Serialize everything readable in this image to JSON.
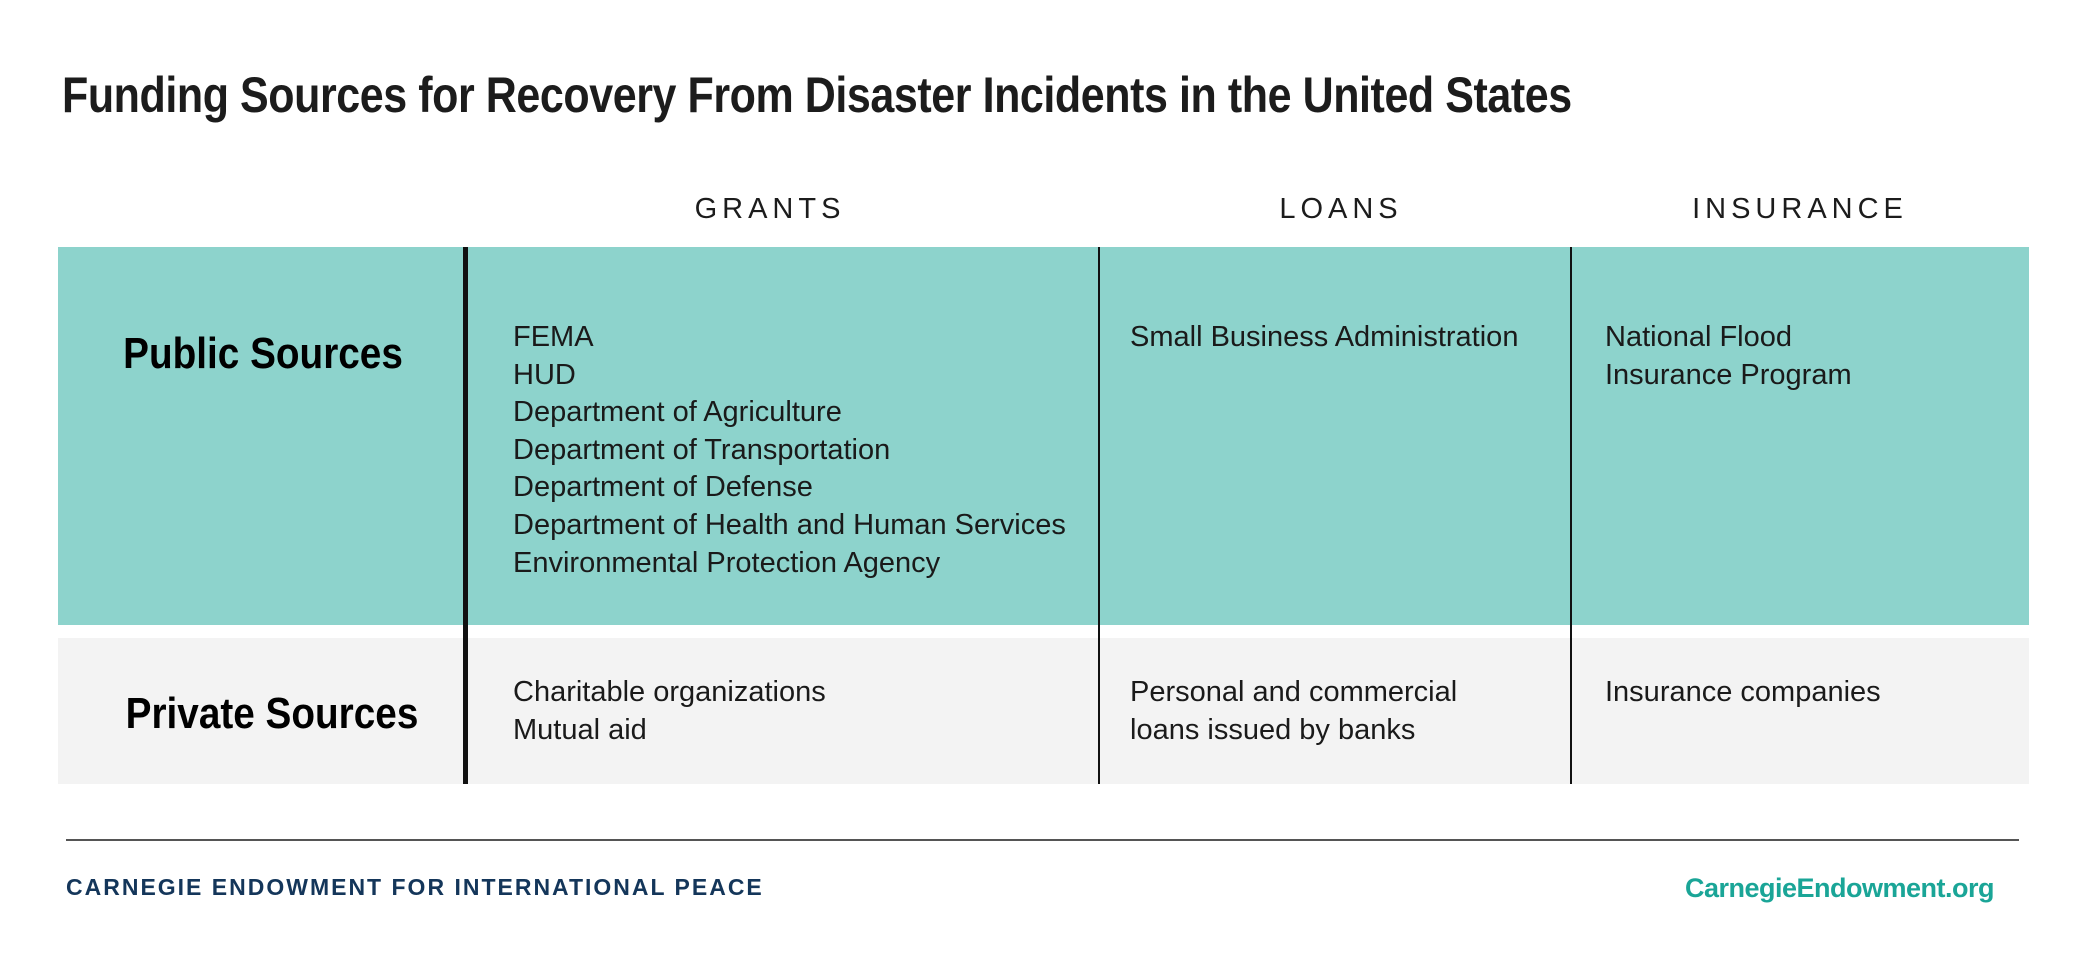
{
  "title": "Funding Sources for Recovery From Disaster Incidents in the United States",
  "columns": [
    "GRANTS",
    "LOANS",
    "INSURANCE"
  ],
  "rows": [
    {
      "label": "Public Sources",
      "grants": [
        "FEMA",
        "HUD",
        "Department of Agriculture",
        "Department of Transportation",
        "Department of Defense",
        "Department of Health and Human Services",
        "Environmental Protection Agency"
      ],
      "loans": [
        "Small Business Administration"
      ],
      "insurance": [
        "National Flood",
        "Insurance Program"
      ]
    },
    {
      "label": "Private Sources",
      "grants": [
        "Charitable organizations",
        "Mutual aid"
      ],
      "loans": [
        "Personal and commercial",
        "loans issued by banks"
      ],
      "insurance": [
        "Insurance companies"
      ]
    }
  ],
  "footer": {
    "org": "CARNEGIE ENDOWMENT FOR INTERNATIONAL PEACE",
    "link": "CarnegieEndowment.org"
  },
  "colors": {
    "public_row": "#8dd3cc",
    "private_row": "#f3f3f3",
    "org": "#14365a",
    "link": "#1aa597"
  }
}
